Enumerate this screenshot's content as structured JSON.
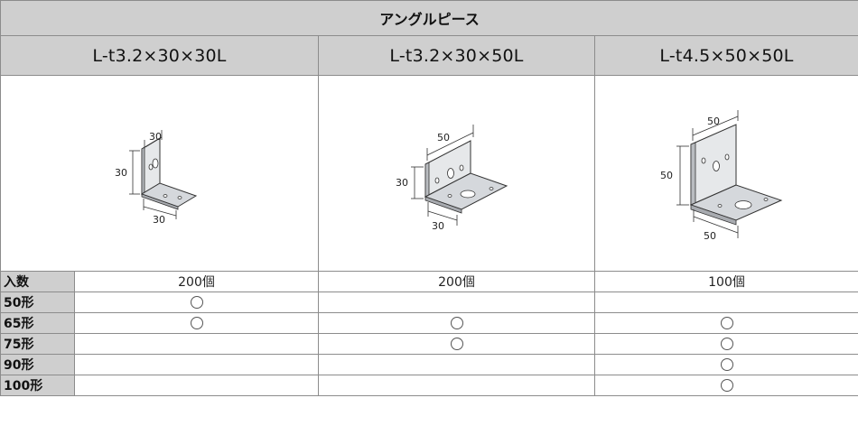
{
  "title": "アングルピース",
  "models": [
    "L-t3.2×30×30L",
    "L-t3.2×30×50L",
    "L-t4.5×50×50L"
  ],
  "drawings": [
    {
      "top": "30",
      "side": "30",
      "bottom": "30"
    },
    {
      "top": "50",
      "side": "30",
      "bottom": "30"
    },
    {
      "top": "50",
      "side": "50",
      "bottom": "50"
    }
  ],
  "rows": [
    {
      "label": "入数",
      "cells": [
        "200個",
        "200個",
        "100個"
      ]
    },
    {
      "label": "50形",
      "cells": [
        "circle",
        "",
        ""
      ]
    },
    {
      "label": "65形",
      "cells": [
        "circle",
        "circle",
        "circle"
      ]
    },
    {
      "label": "75形",
      "cells": [
        "",
        "circle",
        "circle"
      ]
    },
    {
      "label": "90形",
      "cells": [
        "",
        "",
        "circle"
      ]
    },
    {
      "label": "100形",
      "cells": [
        "",
        "",
        "circle"
      ]
    }
  ]
}
